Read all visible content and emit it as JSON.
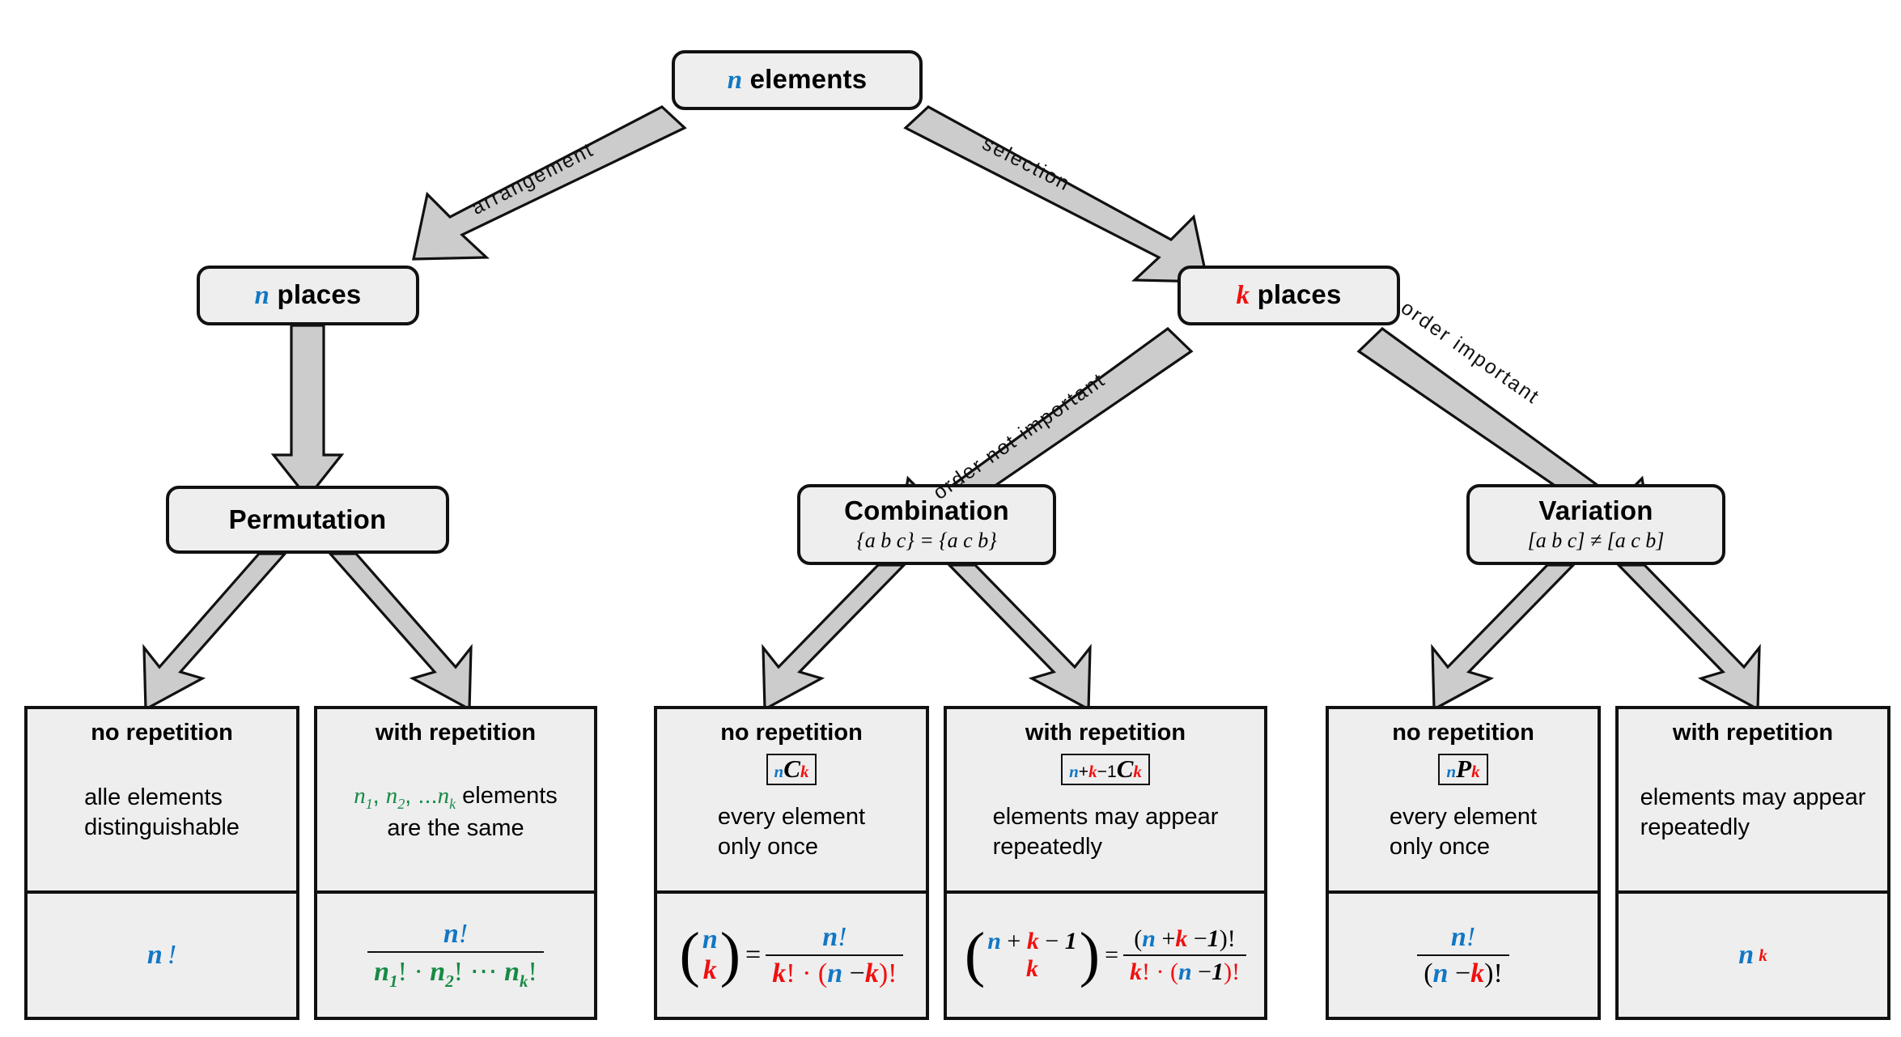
{
  "diagram": {
    "title": "Combinatorics decision tree",
    "colors": {
      "n_blue": "#1177C4",
      "k_red": "#F01010",
      "multiset_green": "#178A46",
      "node_fill": "#eeeeee",
      "outline": "#111111",
      "arrow_fill": "#cccccc"
    }
  },
  "nodes": {
    "root": {
      "var": "n",
      "label": "elements"
    },
    "n_places": {
      "var": "n",
      "label": "places"
    },
    "k_places": {
      "var": "k",
      "label": "places"
    },
    "permutation": {
      "title": "Permutation",
      "note": ""
    },
    "combination": {
      "title": "Combination",
      "note": "{a b c} = {a c b}"
    },
    "variation": {
      "title": "Variation",
      "note": "[a b c] ≠ [a c b]"
    }
  },
  "edges": {
    "arrangement": "arrangement",
    "selection": "selection",
    "order_not_important": "order not important",
    "order_important": "order important"
  },
  "leaves": [
    {
      "id": "perm-no-rep",
      "head": "no repetition",
      "symbol": "",
      "desc_line1": "alle elements",
      "desc_line2": "distinguishable",
      "formula": "n!"
    },
    {
      "id": "perm-with-rep",
      "head": "with repetition",
      "symbol": "",
      "desc_line1": "n1, n2, ... nk elements",
      "desc_line2": "are the same",
      "formula": "n! / (n1! · n2! ··· nk!)"
    },
    {
      "id": "comb-no-rep",
      "head": "no repetition",
      "symbol": "nCk",
      "desc_line1": "every element",
      "desc_line2": "only once",
      "formula": "(n choose k) = n! / (k! · (n − k)!)"
    },
    {
      "id": "comb-with-rep",
      "head": "with repetition",
      "symbol": "n+k−1Ck",
      "desc_line1": "elements may appear",
      "desc_line2": "repeatedly",
      "formula": "(n+k−1 choose k) = (n + k − 1)! / (k! · (n − 1)!)"
    },
    {
      "id": "var-no-rep",
      "head": "no repetition",
      "symbol": "nPk",
      "desc_line1": "every element",
      "desc_line2": "only once",
      "formula": "n! / (n − k)!"
    },
    {
      "id": "var-with-rep",
      "head": "with repetition",
      "symbol": "",
      "desc_line1": "elements may appear",
      "desc_line2": "repeatedly",
      "formula": "n^k"
    }
  ],
  "tokens": {
    "n": "n",
    "k": "k",
    "C": "C",
    "P": "P",
    "one": "1",
    "fact": "!",
    "plus": "+",
    "minus": "−",
    "eq": "=",
    "cdot": "·",
    "ellipsis": "⋯",
    "comma": ",",
    "dots": "...",
    "lparen": "(",
    "rparen": ")",
    "sub1": "1",
    "sub2": "2",
    "elements_word": "elements",
    "are_the_same": "are the same",
    "alle_elements": "alle elements",
    "distinguishable": "distinguishable",
    "every_element": "every element",
    "only_once": "only once",
    "elements_may_appear": "elements may appear",
    "repeatedly": "repeatedly"
  }
}
